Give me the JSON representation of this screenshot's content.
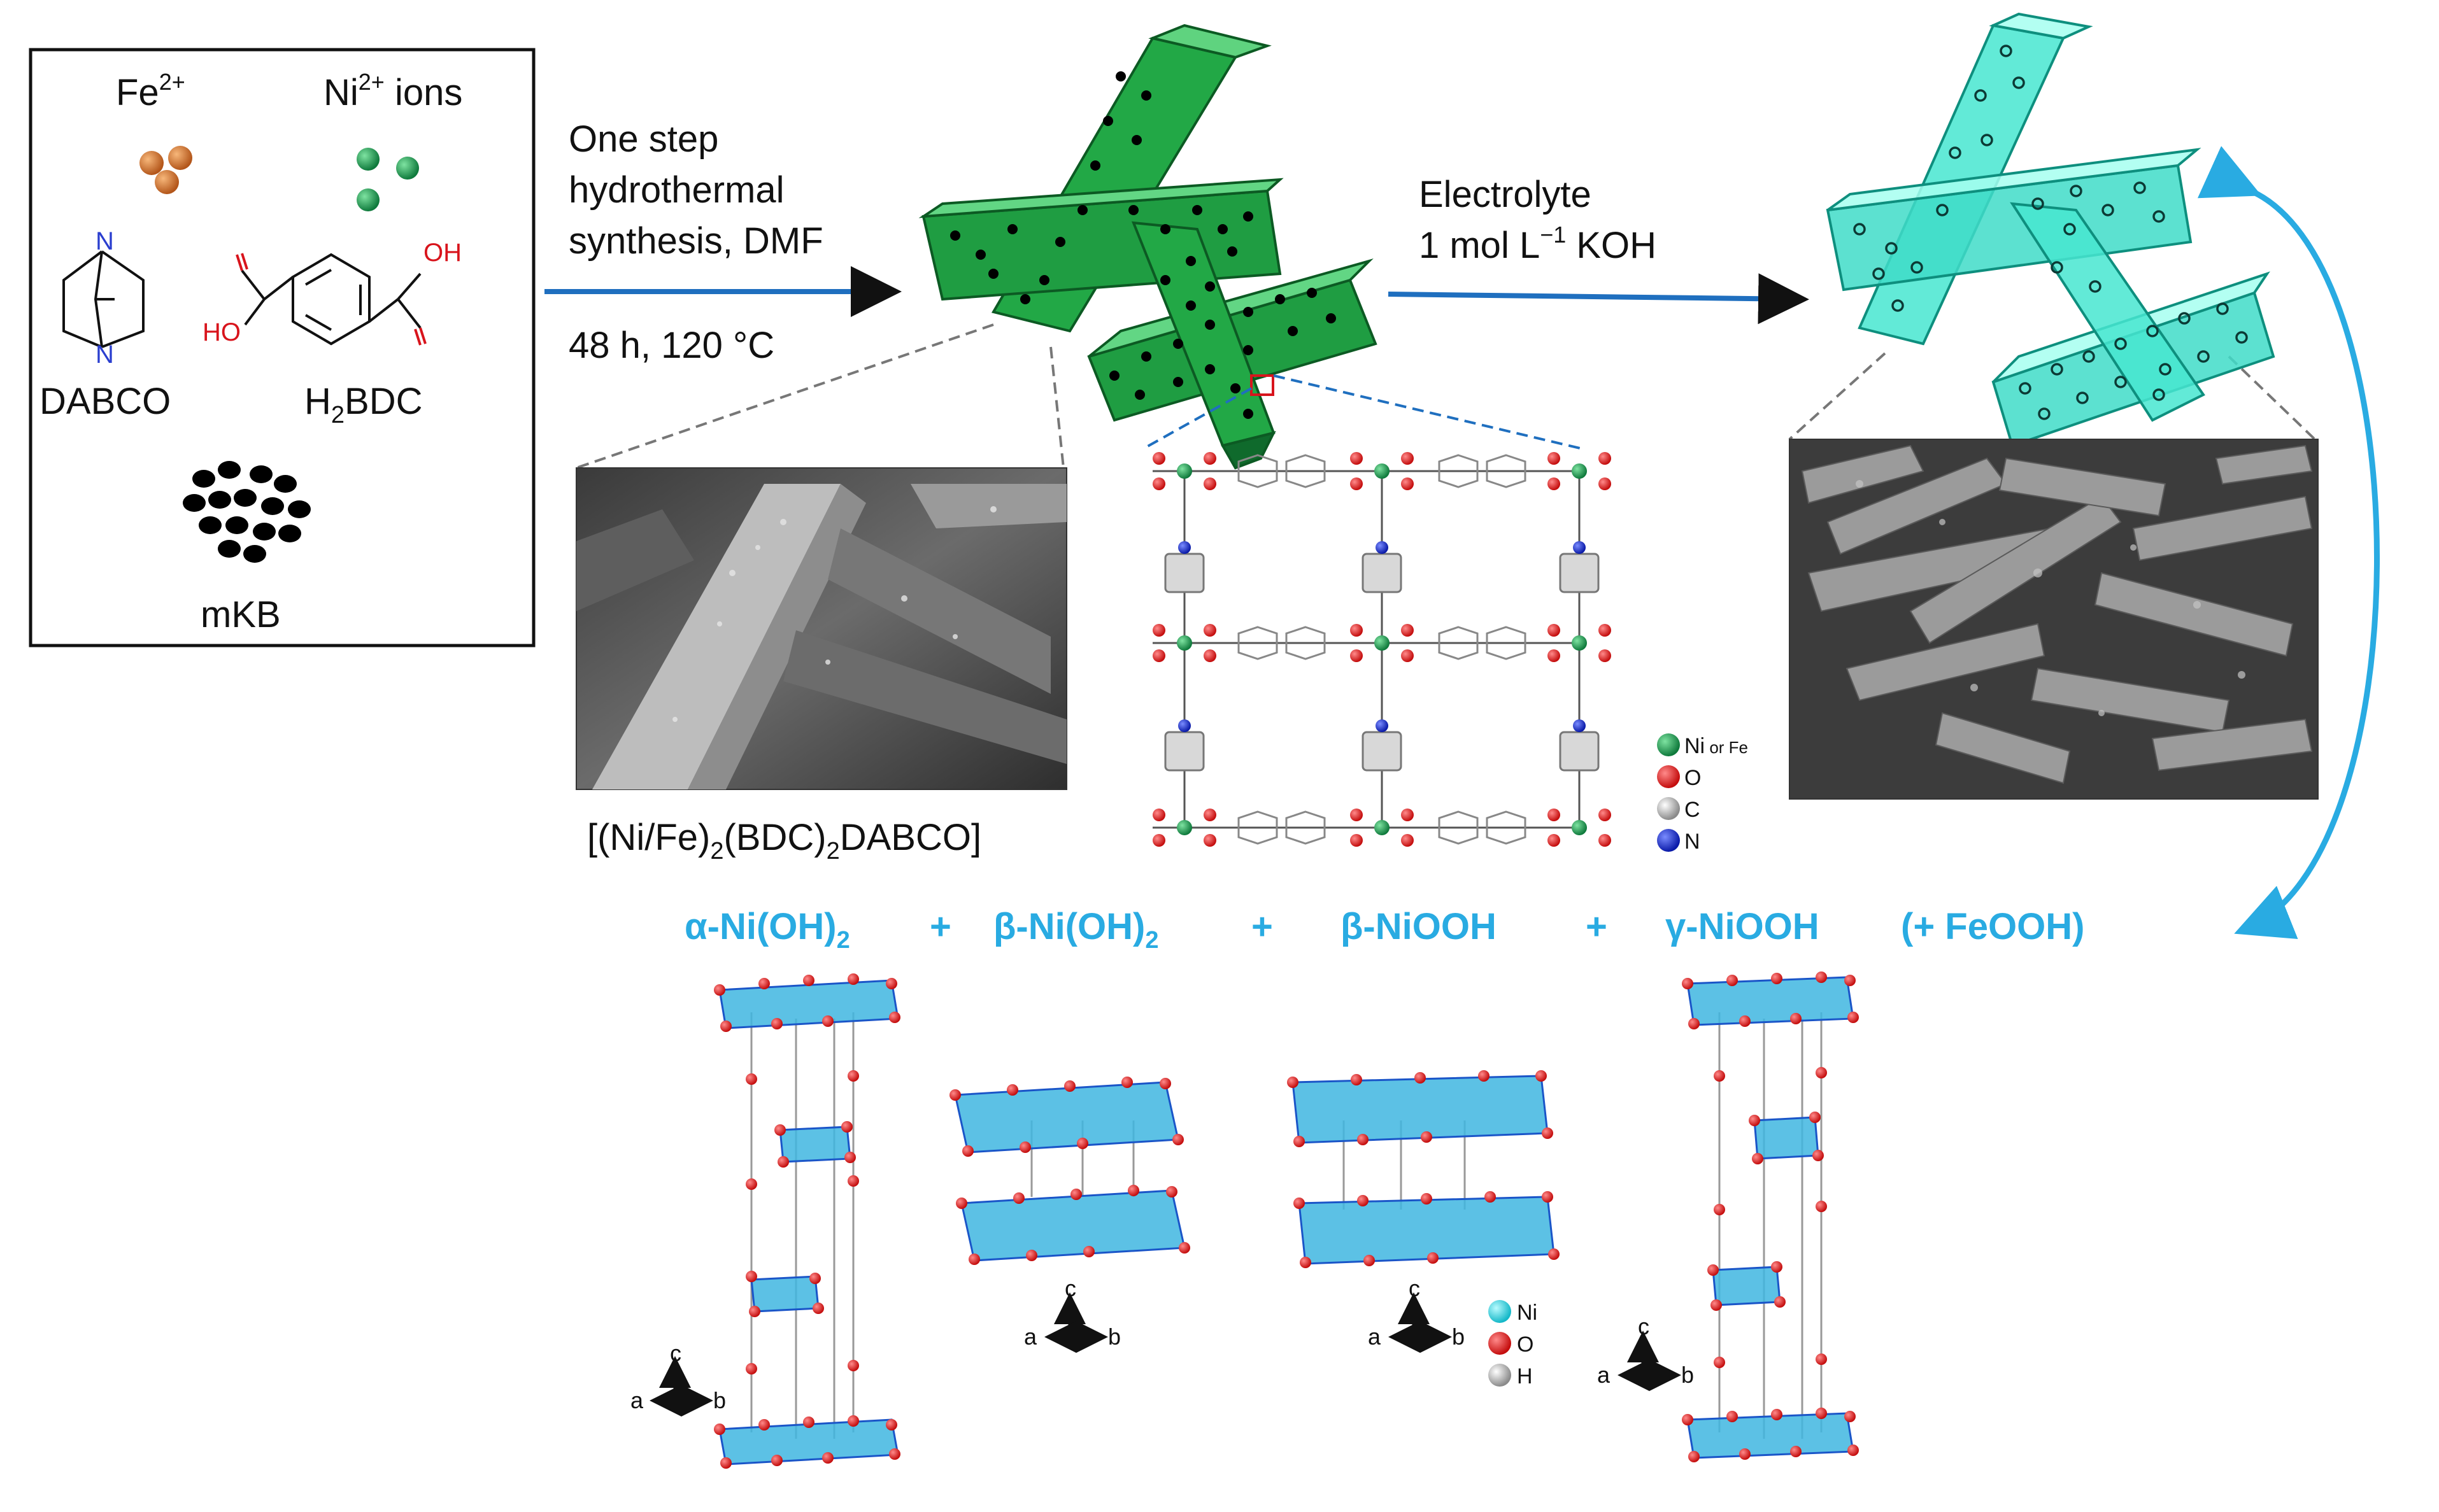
{
  "reagents": {
    "fe": "Fe",
    "fe_sup": "2+",
    "ni": "Ni",
    "ni_sup": "2+",
    "ni_suffix": " ions",
    "oh_top": "OH",
    "oh_left": "HO",
    "n_top": "N",
    "n_bottom": "N",
    "dabco": "DABCO",
    "h2bdc_pre": "H",
    "h2bdc_sub": "2",
    "h2bdc_post": "BDC",
    "mkb": "mKB"
  },
  "step1": {
    "line1": "One step",
    "line2": "hydrothermal",
    "line3": "synthesis, DMF",
    "conditions": "48 h, 120 °C"
  },
  "step2": {
    "line1": "Electrolyte",
    "line2_pre": "1 mol L",
    "line2_sup": "−1",
    "line2_post": " KOH"
  },
  "mof_formula": {
    "p1": "[(Ni/Fe)",
    "s1": "2",
    "p2": "(BDC)",
    "s2": "2",
    "p3": "DABCO]"
  },
  "mof_legend": {
    "metal": "Ni",
    "metal_small": " or Fe",
    "o": "O",
    "c": "C",
    "n": "N"
  },
  "phases": {
    "alpha_pre": "α-Ni(OH)",
    "alpha_sub": "2",
    "beta_pre": "β-Ni(OH)",
    "beta_sub": "2",
    "beta_niooh": "β-NiOOH",
    "gamma_niooh": "γ-NiOOH",
    "feooh": "(+ FeOOH)",
    "plus": "+"
  },
  "axes": {
    "a": "a",
    "b": "b",
    "c": "c"
  },
  "phase_legend": {
    "ni": "Ni",
    "o": "O",
    "h": "H"
  },
  "colors": {
    "mof_green": "#1fa647",
    "hydrated_cyan": "#40e8d0",
    "arrow_blue": "#1f6fbf",
    "cycle_blue": "#29abe2",
    "octahedron": "#3fb6e0",
    "oxygen_red": "#e21e1e",
    "fe_orange": "#d9782a",
    "ni_green": "#1f9d55"
  }
}
